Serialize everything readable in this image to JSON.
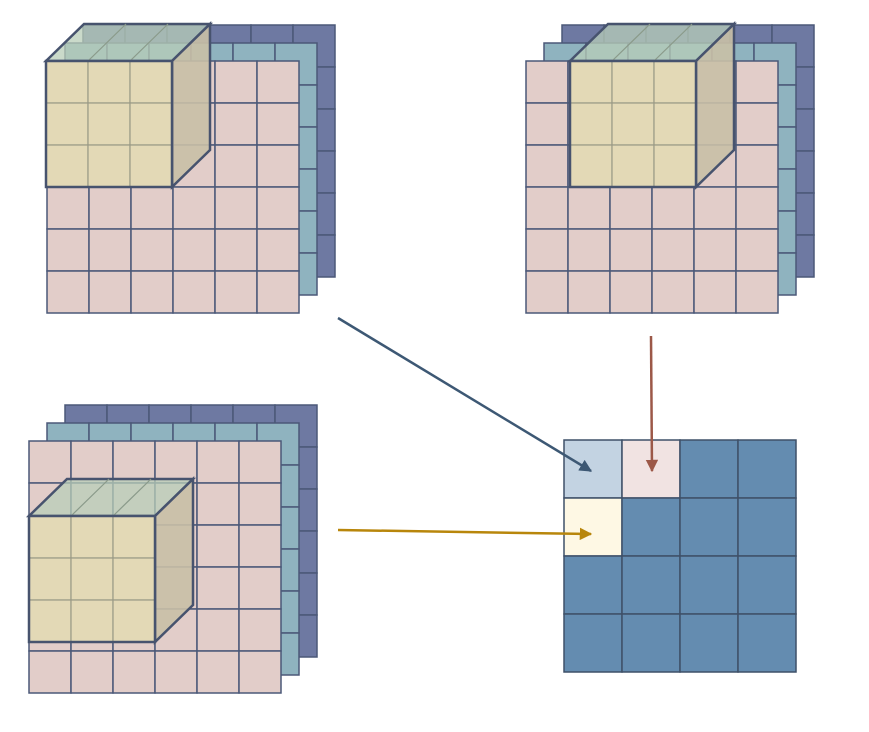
{
  "diagram": {
    "type": "3d-convolution-illustration",
    "colors": {
      "layer_back": "#6e79a2",
      "layer_middle": "#8fb3bf",
      "layer_front": "#e2cdc9",
      "grid_line": "#4b5878",
      "kernel_front": "#e3d9b6",
      "kernel_top": "#b8cdb8",
      "kernel_side": "#c9c0a6",
      "kernel_edge": "#47536e",
      "output_cell": "#648cb0",
      "output_line": "#3f5068",
      "highlight_1": "#c3d3e2",
      "highlight_2": "#f1e3e2",
      "highlight_3": "#fef8e4",
      "arrow_1": "#3d5874",
      "arrow_2": "#9c5848",
      "arrow_3": "#b8860b"
    },
    "input_volumes": [
      {
        "id": "volume-top-left",
        "grid": [
          6,
          6
        ],
        "depth": 3,
        "kernel_size": [
          3,
          3,
          3
        ],
        "kernel_anchor": [
          0,
          0
        ],
        "kernel_depth": "back"
      },
      {
        "id": "volume-top-right",
        "grid": [
          6,
          6
        ],
        "depth": 3,
        "kernel_size": [
          3,
          3,
          3
        ],
        "kernel_anchor": [
          1,
          0
        ],
        "kernel_depth": "back"
      },
      {
        "id": "volume-bottom-left",
        "grid": [
          6,
          6
        ],
        "depth": 3,
        "kernel_size": [
          3,
          3,
          3
        ],
        "kernel_anchor": [
          0,
          1
        ],
        "kernel_depth": "front"
      }
    ],
    "output_map": {
      "grid": [
        4,
        4
      ],
      "highlighted_cells": [
        {
          "row": 0,
          "col": 0,
          "color_key": "highlight_1"
        },
        {
          "row": 0,
          "col": 1,
          "color_key": "highlight_2"
        },
        {
          "row": 1,
          "col": 0,
          "color_key": "highlight_3"
        }
      ]
    },
    "arrows": [
      {
        "from": "volume-top-left",
        "to_cell": [
          0,
          0
        ],
        "color_key": "arrow_1"
      },
      {
        "from": "volume-top-right",
        "to_cell": [
          0,
          1
        ],
        "color_key": "arrow_2"
      },
      {
        "from": "volume-bottom-left",
        "to_cell": [
          1,
          0
        ],
        "color_key": "arrow_3"
      }
    ]
  }
}
